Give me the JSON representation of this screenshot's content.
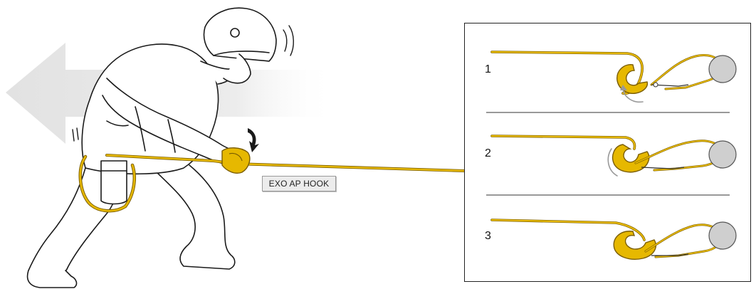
{
  "product_label": "EXO AP HOOK",
  "steps": [
    {
      "number": "1"
    },
    {
      "number": "2"
    },
    {
      "number": "3"
    }
  ],
  "colors": {
    "rope": "#e6b800",
    "rope_outline": "#7a5d00",
    "arrow": "#e4e4e4",
    "anchor": "#cfcfcf",
    "line": "#1a1a1a"
  }
}
